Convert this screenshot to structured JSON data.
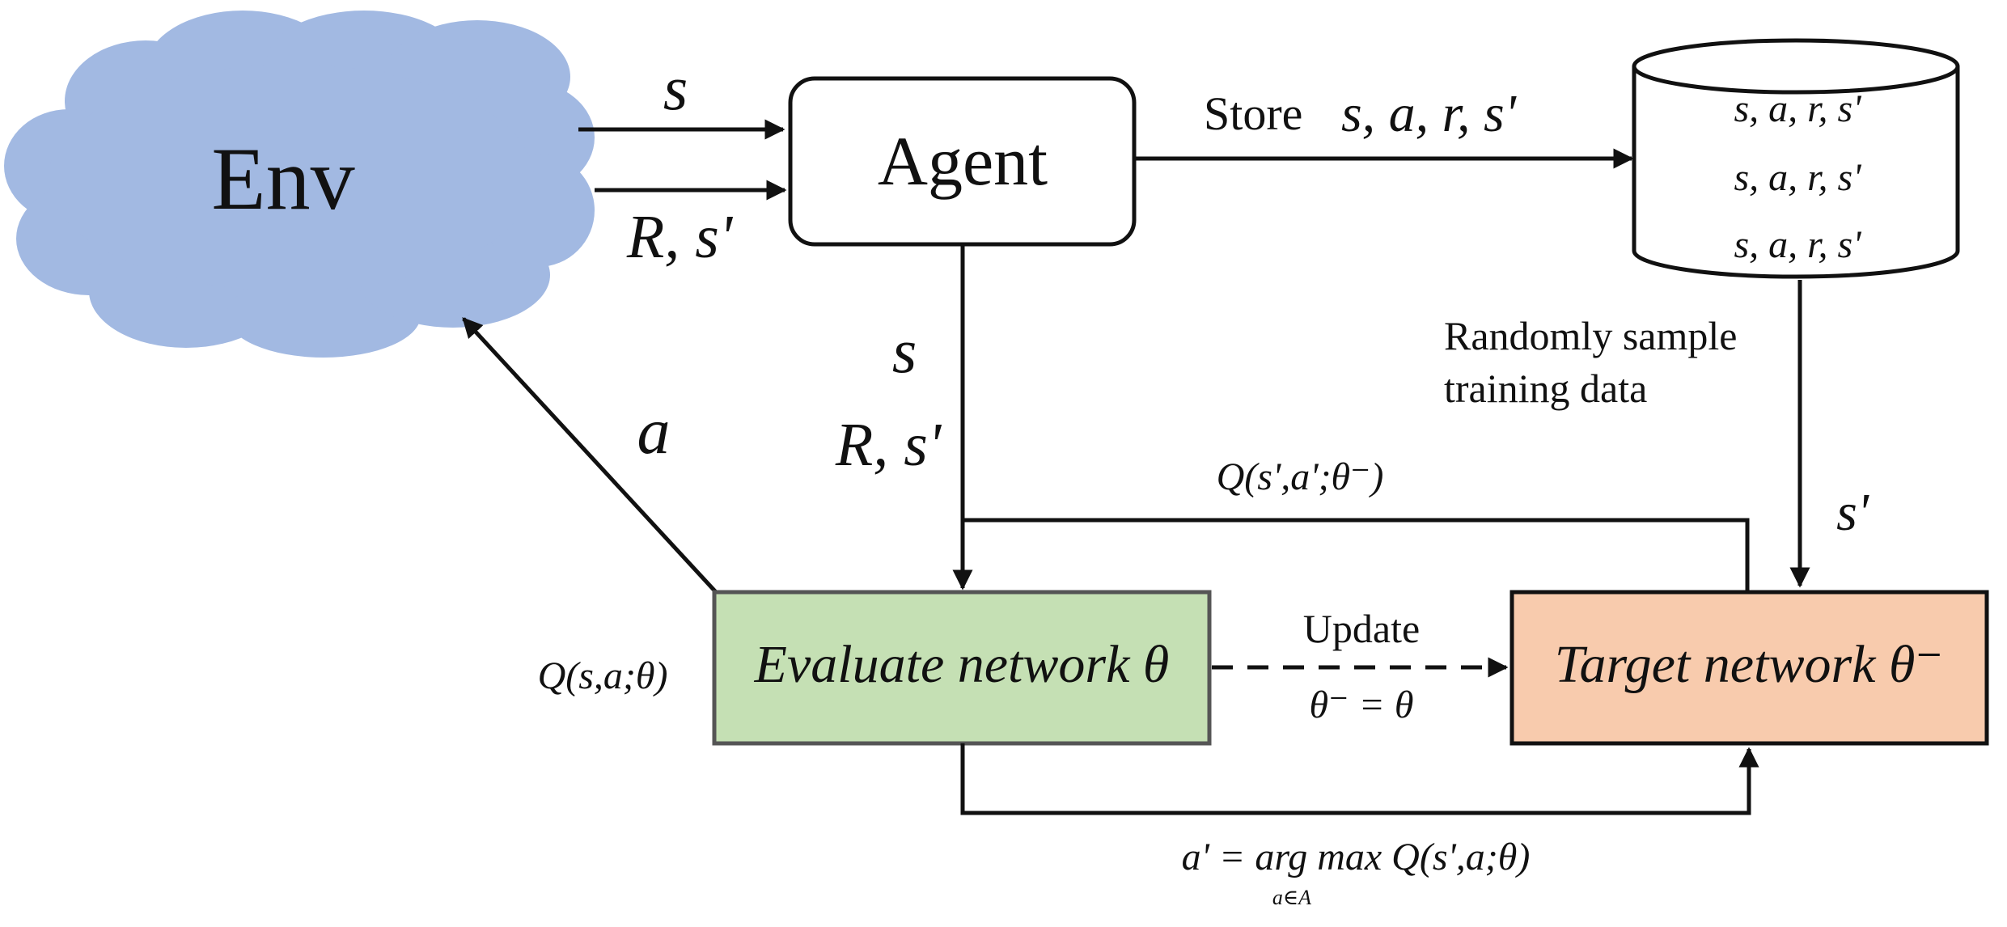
{
  "nodes": {
    "env": {
      "label": "Env",
      "color": "#a2b9e2"
    },
    "agent": {
      "label": "Agent"
    },
    "buffer": {
      "rows": [
        "s, a, r, s'",
        "s, a, r, s'",
        "s, a, r, s'"
      ]
    },
    "evaluate": {
      "label": "Evaluate network θ",
      "q_label": "Q(s,a;θ)",
      "color": "#c5e0b4",
      "border": "#555555"
    },
    "target": {
      "label": "Target network θ⁻",
      "color": "#f8cbad",
      "border": "#111111"
    }
  },
  "edges": {
    "env_to_agent": "s",
    "agent_to_env_feedback": "R, s'",
    "store_word": "Store",
    "store_tuple": "s, a, r, s'",
    "sample_line1": "Randomly sample",
    "sample_line2": "training data",
    "sample_next_state": "s'",
    "action": "a",
    "agent_down_s": "s",
    "agent_down_rs": "R, s'",
    "target_q": "Q(s',a';θ⁻)",
    "update_word": "Update",
    "update_eq": "θ⁻ = θ",
    "argmax_eq": "a' = arg max Q(s',a;θ)",
    "argmax_sub": "a∈A"
  }
}
